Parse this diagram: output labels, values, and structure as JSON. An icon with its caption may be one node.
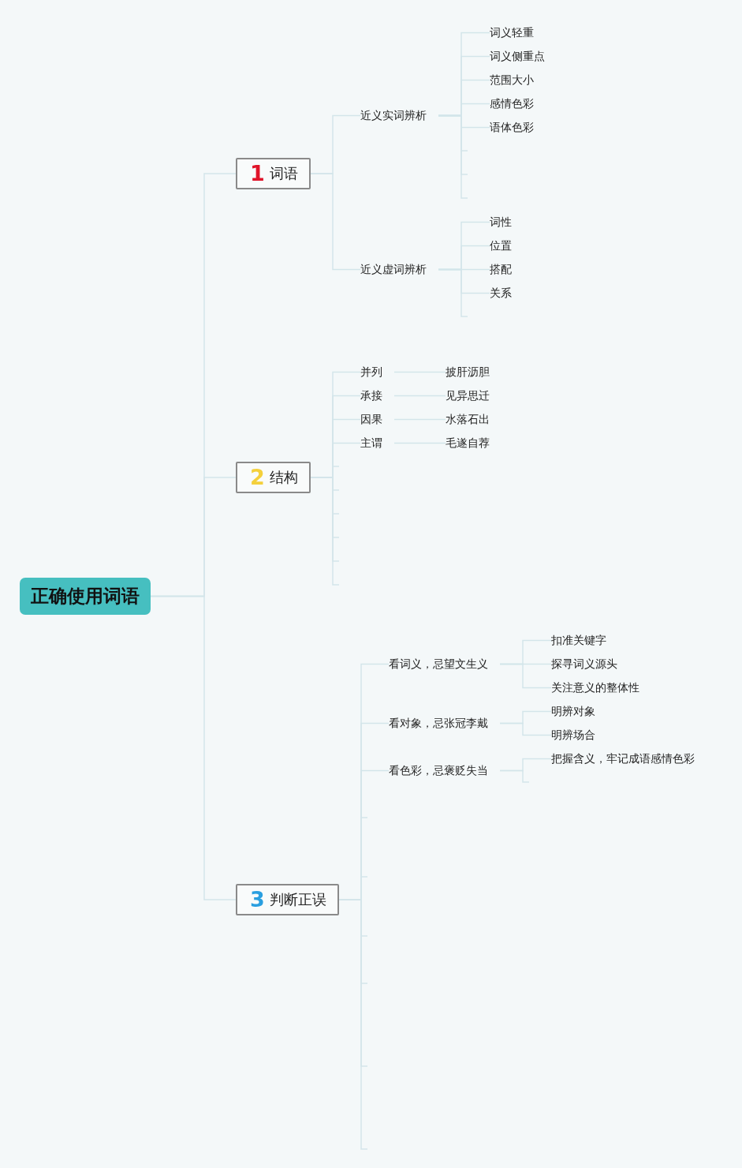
{
  "diagram": {
    "nodes": [
      {
        "text": [
          "正确使用词语"
        ]
      },
      {
        "text": [
          "1",
          "词语"
        ]
      },
      {
        "text": [
          "近义实词辨析"
        ]
      },
      {
        "text": [
          "词义轻重"
        ]
      },
      {
        "text": [
          "词义侧重点"
        ]
      },
      {
        "text": [
          "范围大小"
        ]
      },
      {
        "text": [
          "感情色彩"
        ]
      },
      {
        "text": [
          "语体色彩"
        ]
      },
      {
        "text": [
          "近义虚词辨析"
        ]
      },
      {
        "text": [
          "词性"
        ]
      },
      {
        "text": [
          "位置"
        ]
      },
      {
        "text": [
          "搭配"
        ]
      },
      {
        "text": [
          "关系"
        ]
      },
      {
        "text": [
          "2",
          "结构"
        ]
      },
      {
        "text": [
          "并列"
        ]
      },
      {
        "text": [
          "披肝沥胆"
        ]
      },
      {
        "text": [
          "承接"
        ]
      },
      {
        "text": [
          "见异思迁"
        ]
      },
      {
        "text": [
          "因果"
        ]
      },
      {
        "text": [
          "水落石出"
        ]
      },
      {
        "text": [
          "主谓"
        ]
      },
      {
        "text": [
          "毛遂自荐"
        ]
      },
      {
        "text": [
          "3",
          "判断正误"
        ]
      },
      {
        "text": [
          "看词义，忌望文生义"
        ]
      },
      {
        "text": [
          "扣准关键字"
        ]
      },
      {
        "text": [
          "探寻词义源头"
        ]
      },
      {
        "text": [
          "关注意义的整体性"
        ]
      },
      {
        "text": [
          "看对象，忌张冠李戴"
        ]
      },
      {
        "text": [
          "明辨对象"
        ]
      },
      {
        "text": [
          "明辨场合"
        ]
      },
      {
        "text": [
          "看色彩，忌褒贬失当"
        ]
      },
      {
        "text": [
          "把握含义，牢记成语感情色彩"
        ]
      }
    ],
    "edges": [
      {
        "from": 0,
        "to": 1,
        "arrow": "none"
      },
      {
        "from": 0,
        "to": 13,
        "arrow": "none"
      },
      {
        "from": 0,
        "to": 22,
        "arrow": "none"
      },
      {
        "from": 1,
        "to": 2,
        "arrow": "none"
      },
      {
        "from": 1,
        "to": 8,
        "arrow": "none"
      },
      {
        "from": 2,
        "to": 3,
        "arrow": "none"
      },
      {
        "from": 2,
        "to": 4,
        "arrow": "none"
      },
      {
        "from": 2,
        "to": 5,
        "arrow": "none"
      },
      {
        "from": 2,
        "to": 6,
        "arrow": "none"
      },
      {
        "from": 2,
        "to": 7,
        "arrow": "none"
      },
      {
        "from": 2,
        "to": null,
        "arrow": "none"
      },
      {
        "from": 2,
        "to": null,
        "arrow": "none"
      },
      {
        "from": 2,
        "to": null,
        "arrow": "none"
      },
      {
        "from": 8,
        "to": 9,
        "arrow": "none"
      },
      {
        "from": 8,
        "to": 10,
        "arrow": "none"
      },
      {
        "from": 8,
        "to": 11,
        "arrow": "none"
      },
      {
        "from": 8,
        "to": 12,
        "arrow": "none"
      },
      {
        "from": 8,
        "to": null,
        "arrow": "none"
      },
      {
        "from": 13,
        "to": 14,
        "arrow": "none"
      },
      {
        "from": 13,
        "to": 16,
        "arrow": "none"
      },
      {
        "from": 13,
        "to": 18,
        "arrow": "none"
      },
      {
        "from": 13,
        "to": 20,
        "arrow": "none"
      },
      {
        "from": 13,
        "to": null,
        "arrow": "none"
      },
      {
        "from": 13,
        "to": null,
        "arrow": "none"
      },
      {
        "from": 13,
        "to": null,
        "arrow": "none"
      },
      {
        "from": 13,
        "to": null,
        "arrow": "none"
      },
      {
        "from": 13,
        "to": null,
        "arrow": "none"
      },
      {
        "from": 13,
        "to": null,
        "arrow": "none"
      },
      {
        "from": 14,
        "to": 15,
        "arrow": "none"
      },
      {
        "from": 16,
        "to": 17,
        "arrow": "none"
      },
      {
        "from": 18,
        "to": 19,
        "arrow": "none"
      },
      {
        "from": 20,
        "to": 21,
        "arrow": "none"
      },
      {
        "from": 22,
        "to": 23,
        "arrow": "none"
      },
      {
        "from": 22,
        "to": 27,
        "arrow": "none"
      },
      {
        "from": 22,
        "to": 30,
        "arrow": "none"
      },
      {
        "from": 22,
        "to": null,
        "arrow": "none"
      },
      {
        "from": 22,
        "to": null,
        "arrow": "none"
      },
      {
        "from": 22,
        "to": null,
        "arrow": "none"
      },
      {
        "from": 22,
        "to": null,
        "arrow": "none"
      },
      {
        "from": 22,
        "to": null,
        "arrow": "none"
      },
      {
        "from": 22,
        "to": null,
        "arrow": "none"
      },
      {
        "from": 23,
        "to": 24,
        "arrow": "none"
      },
      {
        "from": 23,
        "to": 25,
        "arrow": "none"
      },
      {
        "from": 23,
        "to": 26,
        "arrow": "none"
      },
      {
        "from": 27,
        "to": 28,
        "arrow": "none"
      },
      {
        "from": 27,
        "to": 29,
        "arrow": "none"
      },
      {
        "from": 30,
        "to": 31,
        "arrow": "none"
      },
      {
        "from": 30,
        "to": null,
        "arrow": "none"
      }
    ]
  }
}
